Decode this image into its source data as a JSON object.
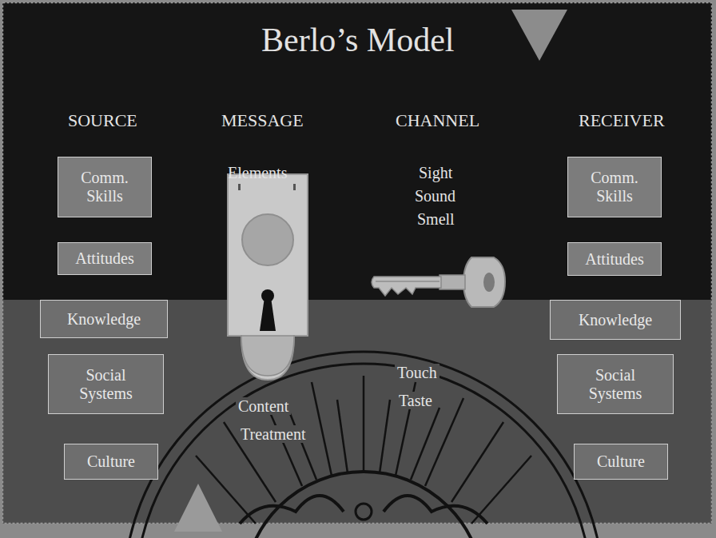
{
  "diagram": {
    "title": "Berlo’s Model",
    "nodes": [
      {
        "text": [
          "Comm. Skills"
        ]
      },
      {
        "text": [
          "Attitudes"
        ]
      },
      {
        "text": [
          "Knowledge"
        ]
      },
      {
        "text": [
          "Social Systems"
        ]
      },
      {
        "text": [
          "Culture"
        ]
      },
      {
        "text": [
          "Comm. Skills"
        ]
      },
      {
        "text": [
          "Attitudes"
        ]
      },
      {
        "text": [
          "Knowledge"
        ]
      },
      {
        "text": [
          "Social Systems"
        ]
      },
      {
        "text": [
          "Culture"
        ]
      }
    ],
    "labels": [
      "SOURCE",
      "MESSAGE",
      "CHANNEL",
      "RECEIVER",
      "Elements",
      "Sight",
      "Sound",
      "Smell",
      "Touch",
      "Taste",
      "Content",
      "Treatment"
    ]
  }
}
